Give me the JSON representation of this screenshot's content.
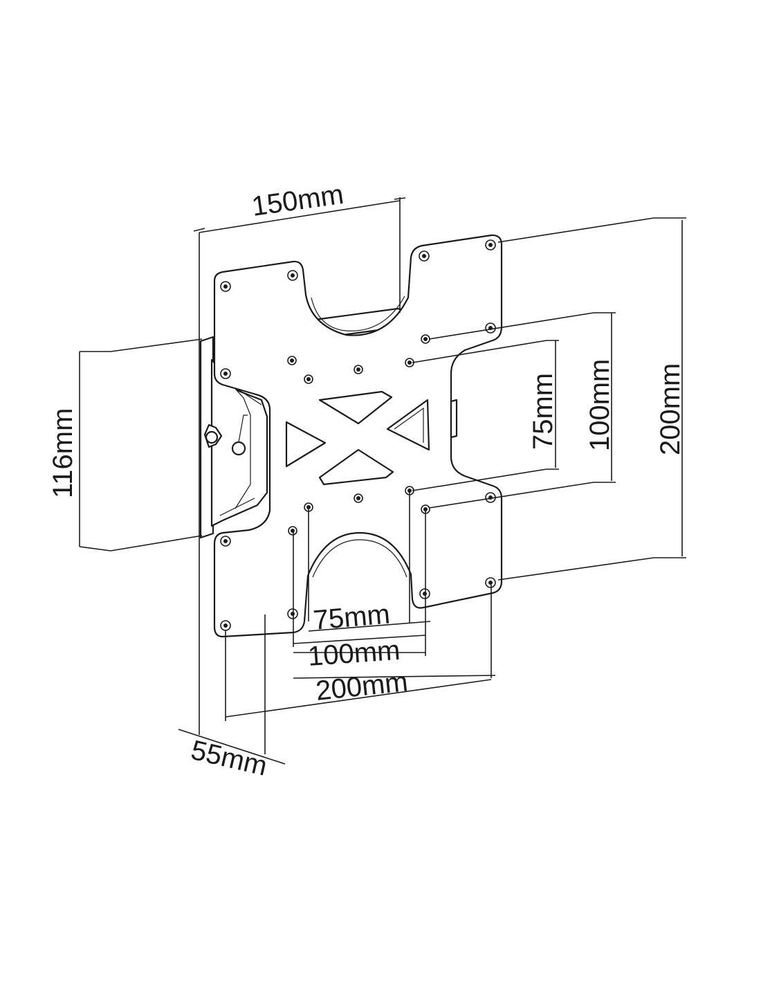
{
  "dimensions": {
    "top_width": "150mm",
    "left_height": "116mm",
    "inner_height_75": "75mm",
    "inner_height_100": "100mm",
    "outer_height_200": "200mm",
    "bottom_75": "75mm",
    "bottom_100": "100mm",
    "bottom_200": "200mm",
    "depth": "55mm"
  },
  "colors": {
    "line": "#1a1a1a",
    "background": "#ffffff"
  }
}
